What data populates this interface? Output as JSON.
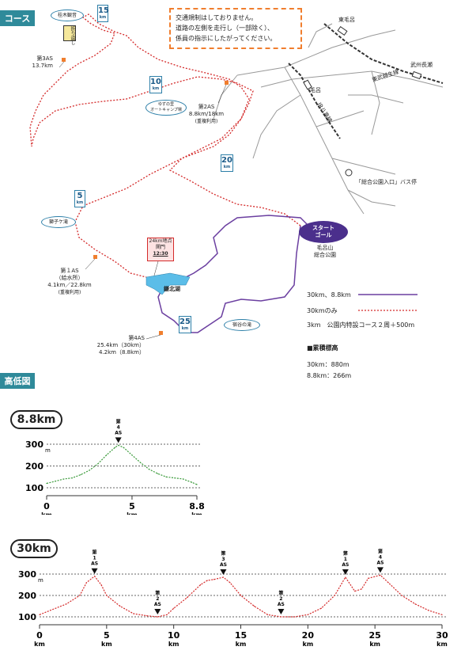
{
  "course_header": "コース",
  "elevation_header": "高低図",
  "notice": [
    "交通規制はしておりません。",
    "道路の左側を走行し（一部除く）、",
    "係員の指示にしたがってください。"
  ],
  "km_markers": {
    "k5": "5",
    "k10": "10",
    "k15": "15",
    "k20": "20",
    "k25": "25",
    "unit": "km"
  },
  "places": {
    "kinomi": "桂木観音",
    "turn": "折り返し",
    "higashi_moro": "東毛呂",
    "moro": "毛呂",
    "tobu": "東武越生線",
    "bushu": "武州長瀬",
    "jr": "JR八高線",
    "bus_stop": "「総合公園入口」バス停",
    "shishigaike": "獅子ケ滝",
    "kamakita": "鎌北湖",
    "shukuya": "宿谷の滝",
    "park": [
      "毛呂山",
      "総合公園"
    ],
    "camp": [
      "ゆずの里",
      "オートキャンプ場"
    ]
  },
  "aid_stations": {
    "as3": [
      "第3AS",
      "13.7km"
    ],
    "as2": [
      "第2AS",
      "8.8km/18km",
      "(重複利用)"
    ],
    "as1": [
      "第１AS",
      "（給水所）",
      "4.1km／22.8km",
      "(重複利用)"
    ],
    "as4": [
      "第4AS",
      "25.4km（30km）",
      "4.2km（8.8km）"
    ]
  },
  "gate": [
    "24km地点",
    "関門",
    "12:30"
  ],
  "start_goal": [
    "スタート",
    "ゴール"
  ],
  "legend": {
    "both": "30km、8.8km",
    "only30": "30kmのみ",
    "park3": "3km　公園内特設コース２周＋500m",
    "climb_title": "■累積標高",
    "climb30": "30km：880m",
    "climb88": "8.8km：266m"
  },
  "colors": {
    "purple": "#6b3fa0",
    "red": "#d42a2a",
    "green": "#3a9a3a",
    "teal": "#2f8a9a",
    "orange": "#f07e2e",
    "blue": "#2d7fa8"
  },
  "chart_data": [
    {
      "type": "line",
      "title": "8.8km",
      "ylabel_unit": "m",
      "yticks": [
        100,
        200,
        300
      ],
      "xticks": [
        "0",
        "5",
        "8.8"
      ],
      "x_unit": "km",
      "ylim": [
        100,
        300
      ],
      "xlim": [
        0,
        8.8
      ],
      "annotations": [
        {
          "x": 4.2,
          "label": "第4AS"
        }
      ],
      "x": [
        0,
        0.5,
        1,
        1.5,
        2,
        2.5,
        3,
        3.5,
        4,
        4.2,
        4.5,
        5,
        5.5,
        6,
        6.5,
        7,
        7.5,
        8,
        8.5,
        8.8
      ],
      "values": [
        120,
        130,
        140,
        145,
        160,
        180,
        210,
        250,
        285,
        295,
        285,
        250,
        215,
        185,
        165,
        150,
        145,
        140,
        125,
        115
      ]
    },
    {
      "type": "line",
      "title": "30km",
      "ylabel_unit": "m",
      "yticks": [
        100,
        200,
        300
      ],
      "xticks": [
        "0",
        "5",
        "10",
        "15",
        "20",
        "25",
        "30"
      ],
      "x_unit": "km",
      "ylim": [
        100,
        300
      ],
      "xlim": [
        0,
        30
      ],
      "annotations": [
        {
          "x": 4.1,
          "label": "第1AS"
        },
        {
          "x": 8.8,
          "label": "第2AS"
        },
        {
          "x": 13.7,
          "label": "第3AS"
        },
        {
          "x": 18,
          "label": "第2AS"
        },
        {
          "x": 22.8,
          "label": "第1AS"
        },
        {
          "x": 25.4,
          "label": "第4AS"
        }
      ],
      "x": [
        0,
        1,
        2,
        3,
        3.5,
        4.1,
        4.6,
        5,
        6,
        7,
        8,
        8.8,
        9.5,
        10,
        11,
        12,
        12.5,
        13,
        13.7,
        14.2,
        15,
        16,
        17,
        18,
        19,
        20,
        21,
        22,
        22.8,
        23.5,
        24,
        24.5,
        25.4,
        26,
        27,
        28,
        29,
        30
      ],
      "values": [
        110,
        135,
        160,
        200,
        260,
        290,
        250,
        200,
        150,
        115,
        105,
        100,
        110,
        140,
        190,
        250,
        270,
        275,
        285,
        260,
        200,
        150,
        110,
        100,
        100,
        110,
        140,
        200,
        285,
        220,
        230,
        280,
        295,
        260,
        200,
        160,
        130,
        110
      ]
    }
  ]
}
